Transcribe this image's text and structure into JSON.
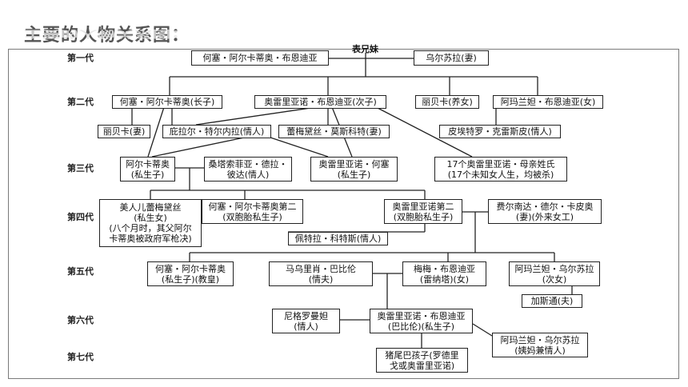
{
  "title": "主要的人物关系图：",
  "generations": [
    "第一代",
    "第二代",
    "第三代",
    "第四代",
    "第五代",
    "第六代",
    "第七代"
  ],
  "relation_cousins": "表兄妹",
  "people": {
    "g1_jose_arcadio": [
      "何塞・阿尔卡蒂奥・布恩迪亚"
    ],
    "g1_ursula": [
      "乌尔苏拉(妻)"
    ],
    "g2_jose_arcadio": [
      "何塞・阿尔卡蒂奥(长子)"
    ],
    "g2_aureliano": [
      "奥雷里亚诺・布恩迪亚(次子)"
    ],
    "g2_rebeca_adopted": [
      "丽贝卡(养女)"
    ],
    "g2_amaranta": [
      "阿玛兰妲・布恩迪亚(女)"
    ],
    "g2_rebeca_wife": [
      "丽贝卡(妻)"
    ],
    "g2_pilar": [
      "庇拉尔・特尔内拉(情人)"
    ],
    "g2_remedios": [
      "蕾梅黛丝・莫斯科特(妻)"
    ],
    "g2_pietro": [
      "皮埃特罗・克雷斯皮(情人)"
    ],
    "g3_arcadio": [
      "阿尔卡蒂奥",
      "(私生子)"
    ],
    "g3_santa_sofia": [
      "桑塔索菲亚・德拉・",
      "彼达(情人)"
    ],
    "g3_aureliano_jose": [
      "奥雷里亚诺・何塞",
      "(私生子)"
    ],
    "g3_seventeen": [
      "17个奥雷里亚诺・母亲姓氏",
      "(17个未知女人生，均被杀)"
    ],
    "g4_remedios_beauty": [
      "美人儿蕾梅黛丝",
      "(私生女)",
      "(八个月时，其父阿尔",
      "卡蒂奥被政府军枪决)"
    ],
    "g4_jose_arcadio_ii": [
      "何塞・阿尔卡蒂奥第二",
      "(双胞胎私生子)"
    ],
    "g4_aureliano_ii": [
      "奥雷里亚诺第二",
      "(双胞胎私生子)"
    ],
    "g4_fernanda": [
      "费尔南达・德尔・卡皮奥",
      "(妻)(外来女工)"
    ],
    "g4_petra": [
      "佩特拉・科特斯(情人)"
    ],
    "g5_jose_arcadio": [
      "何塞・阿尔卡蒂奥",
      "(私生子)(教皇)"
    ],
    "g5_mauricio": [
      "马乌里肖・巴比伦",
      "(情夫)"
    ],
    "g5_meme": [
      "梅梅・布恩迪亚",
      "(雷纳塔)(女)"
    ],
    "g5_amaranta_ursula": [
      "阿玛兰妲・乌尔苏拉",
      "(次女)"
    ],
    "g5_gaston": [
      "加斯通(夫)"
    ],
    "g6_nigromanta": [
      "尼格罗曼妲",
      "(情人)"
    ],
    "g6_aureliano": [
      "奥雷里亚诺・布恩迪亚",
      "(巴比伦)(私生子)"
    ],
    "g6_amaranta_ursula": [
      "阿玛兰妲・乌尔苏拉",
      "(姨妈兼情人)"
    ],
    "g7_pig_tail": [
      "猪尾巴孩子(罗德里",
      "戈或奥雷里亚诺)"
    ]
  }
}
